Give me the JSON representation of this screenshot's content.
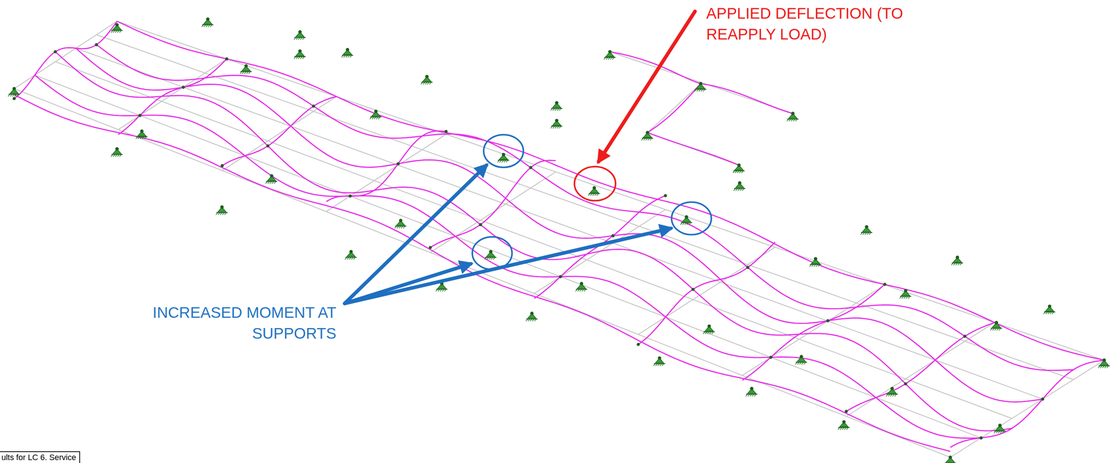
{
  "diagram": {
    "nodes": [
      {
        "text": [
          "ults for LC 6. Service"
        ]
      }
    ],
    "labels": [
      "APPLIED DEFLECTION (TO REAPPLY LOAD)",
      "INCREASED MOMENT AT SUPPORTS"
    ]
  }
}
